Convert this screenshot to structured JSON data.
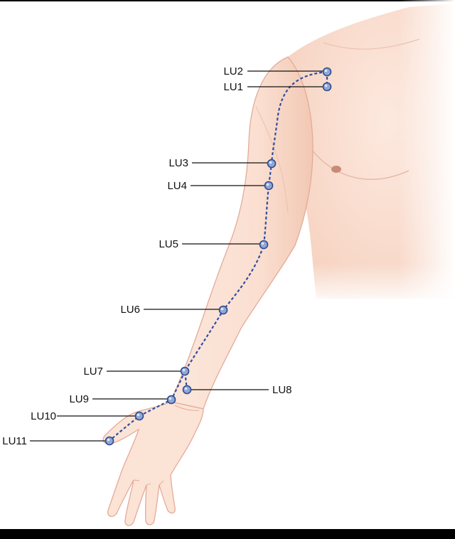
{
  "diagram": {
    "points": [
      {
        "id": "LU1",
        "label": "LU1"
      },
      {
        "id": "LU2",
        "label": "LU2"
      },
      {
        "id": "LU3",
        "label": "LU3"
      },
      {
        "id": "LU4",
        "label": "LU4"
      },
      {
        "id": "LU5",
        "label": "LU5"
      },
      {
        "id": "LU6",
        "label": "LU6"
      },
      {
        "id": "LU7",
        "label": "LU7"
      },
      {
        "id": "LU8",
        "label": "LU8"
      },
      {
        "id": "LU9",
        "label": "LU9"
      },
      {
        "id": "LU10",
        "label": "LU10"
      },
      {
        "id": "LU11",
        "label": "LU11"
      }
    ],
    "colors": {
      "skin": "#fbe3d6",
      "skin_shadow": "#f3c9b4",
      "outline": "#e2a896",
      "meridian": "#2f4fa0",
      "point_fill": "#8fa7d6",
      "background": "#ffffff",
      "frame": "#000000"
    }
  }
}
